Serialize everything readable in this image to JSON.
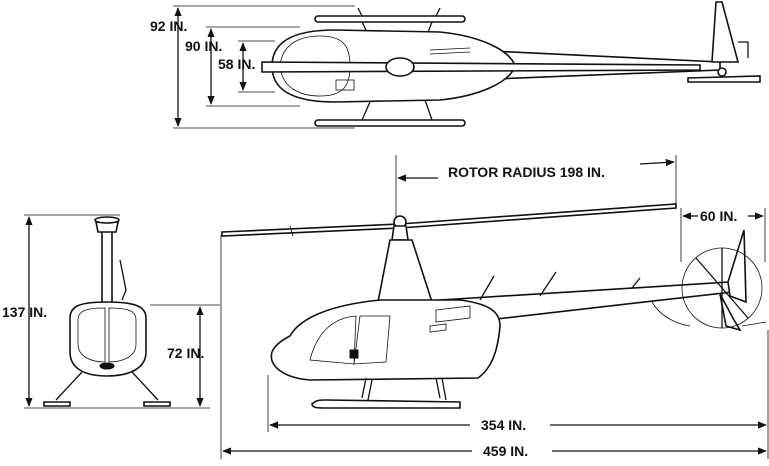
{
  "dimensions": {
    "top_width_skids": "92 IN.",
    "top_width_stabilizer": "90 IN.",
    "top_width_cabin": "58 IN.",
    "rotor_radius": "ROTOR RADIUS 198 IN.",
    "tail_rotor_diameter": "60 IN.",
    "overall_height": "137 IN.",
    "cabin_height": "72 IN.",
    "fuselage_length": "354 IN.",
    "overall_length": "459 IN."
  }
}
